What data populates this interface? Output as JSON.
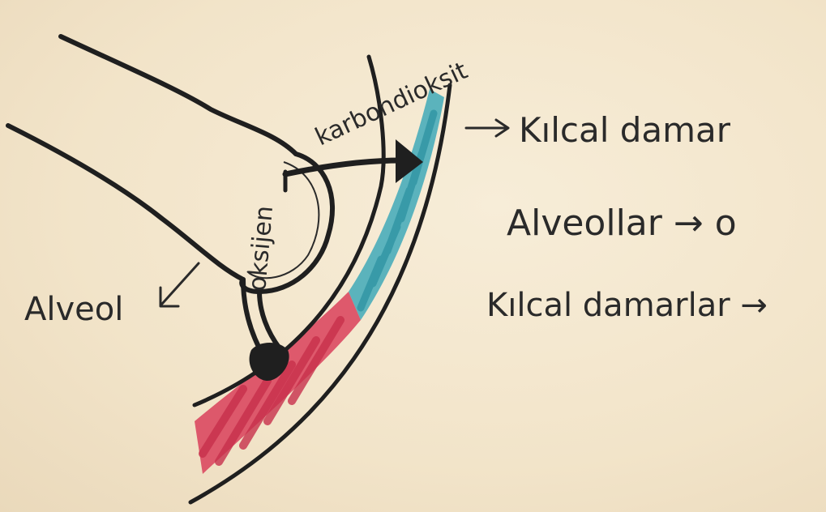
{
  "labels": {
    "oxygen": "oksijen",
    "carbon_dioxide": "karbondioksit",
    "capillary": "Kılcal damar",
    "alveoli_line": "Alveollar → o",
    "capillaries_line": "Kılcal damarlar →",
    "alveolus": "Alveol"
  },
  "colors": {
    "ink": "#2a2a2a",
    "red_ink": "#d9405a",
    "blue_ink": "#3fa9b8",
    "paper": "#f3e7cf"
  }
}
